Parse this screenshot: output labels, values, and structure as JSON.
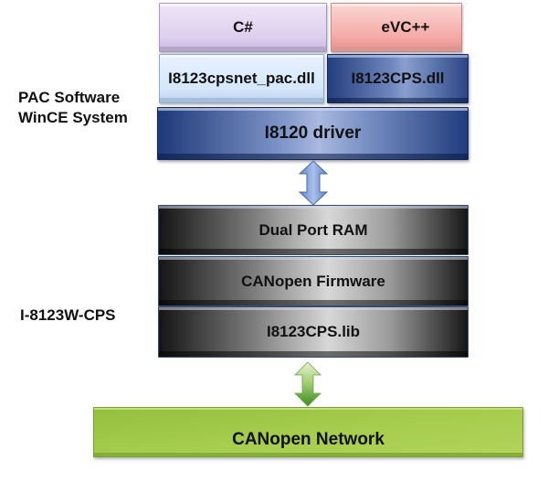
{
  "labels": {
    "pac_software_line1": "PAC Software",
    "pac_software_line2": "WinCE System",
    "module": "I-8123W-CPS"
  },
  "software_layer": {
    "languages": [
      {
        "label": "C#",
        "color": "#ddd0ee"
      },
      {
        "label": "eVC++",
        "color": "#f4aaa6"
      }
    ],
    "libraries": [
      {
        "label": "I8123cpsnet_pac.dll",
        "color": "#d6e7fb"
      },
      {
        "label": "I8123CPS.dll",
        "color": "#2b4686"
      }
    ],
    "driver": {
      "label": "I8120 driver",
      "color": "#1e3978"
    }
  },
  "module_layer": {
    "rows": [
      {
        "label": "Dual Port RAM"
      },
      {
        "label": "CANopen Firmware"
      },
      {
        "label": "I8123CPS.lib"
      }
    ]
  },
  "network": {
    "label": "CANopen Network",
    "color": "#a6cc4d"
  },
  "connectors": [
    {
      "from": "I8120 driver",
      "to": "Dual Port RAM",
      "type": "bidirectional",
      "color": "#7f9fd6"
    },
    {
      "from": "I8123CPS.lib",
      "to": "CANopen Network",
      "type": "bidirectional",
      "color": "#5c9a30"
    }
  ]
}
